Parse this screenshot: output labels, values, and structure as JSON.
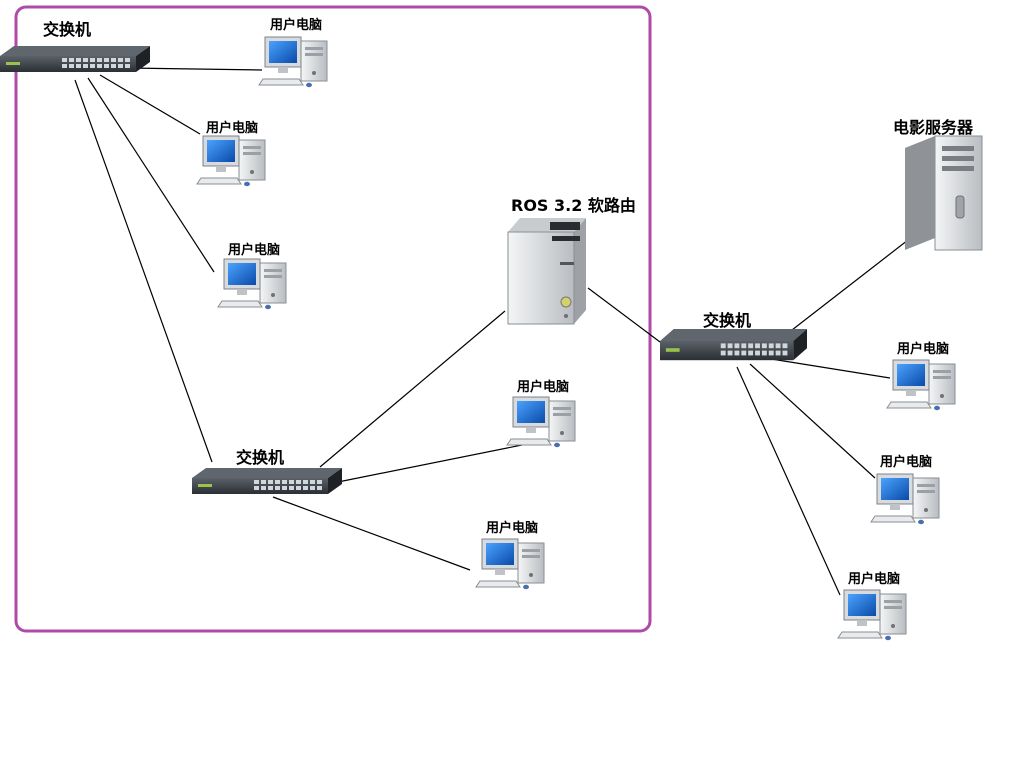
{
  "labels": {
    "switch": "交换机",
    "pc": "用户电脑",
    "router": "ROS 3.2 软路由",
    "server": "电影服务器"
  },
  "colors": {
    "lan_border": "#b04aa8",
    "link": "#000000",
    "switch_body": "#2e3338",
    "port": "#cfd6dc",
    "monitor_screen": "#1f6fd6",
    "pc_case": "#e6e8ea",
    "server_case": "#d7d9db"
  },
  "icons": [
    "network-switch-icon",
    "desktop-pc-icon",
    "tower-server-icon"
  ]
}
